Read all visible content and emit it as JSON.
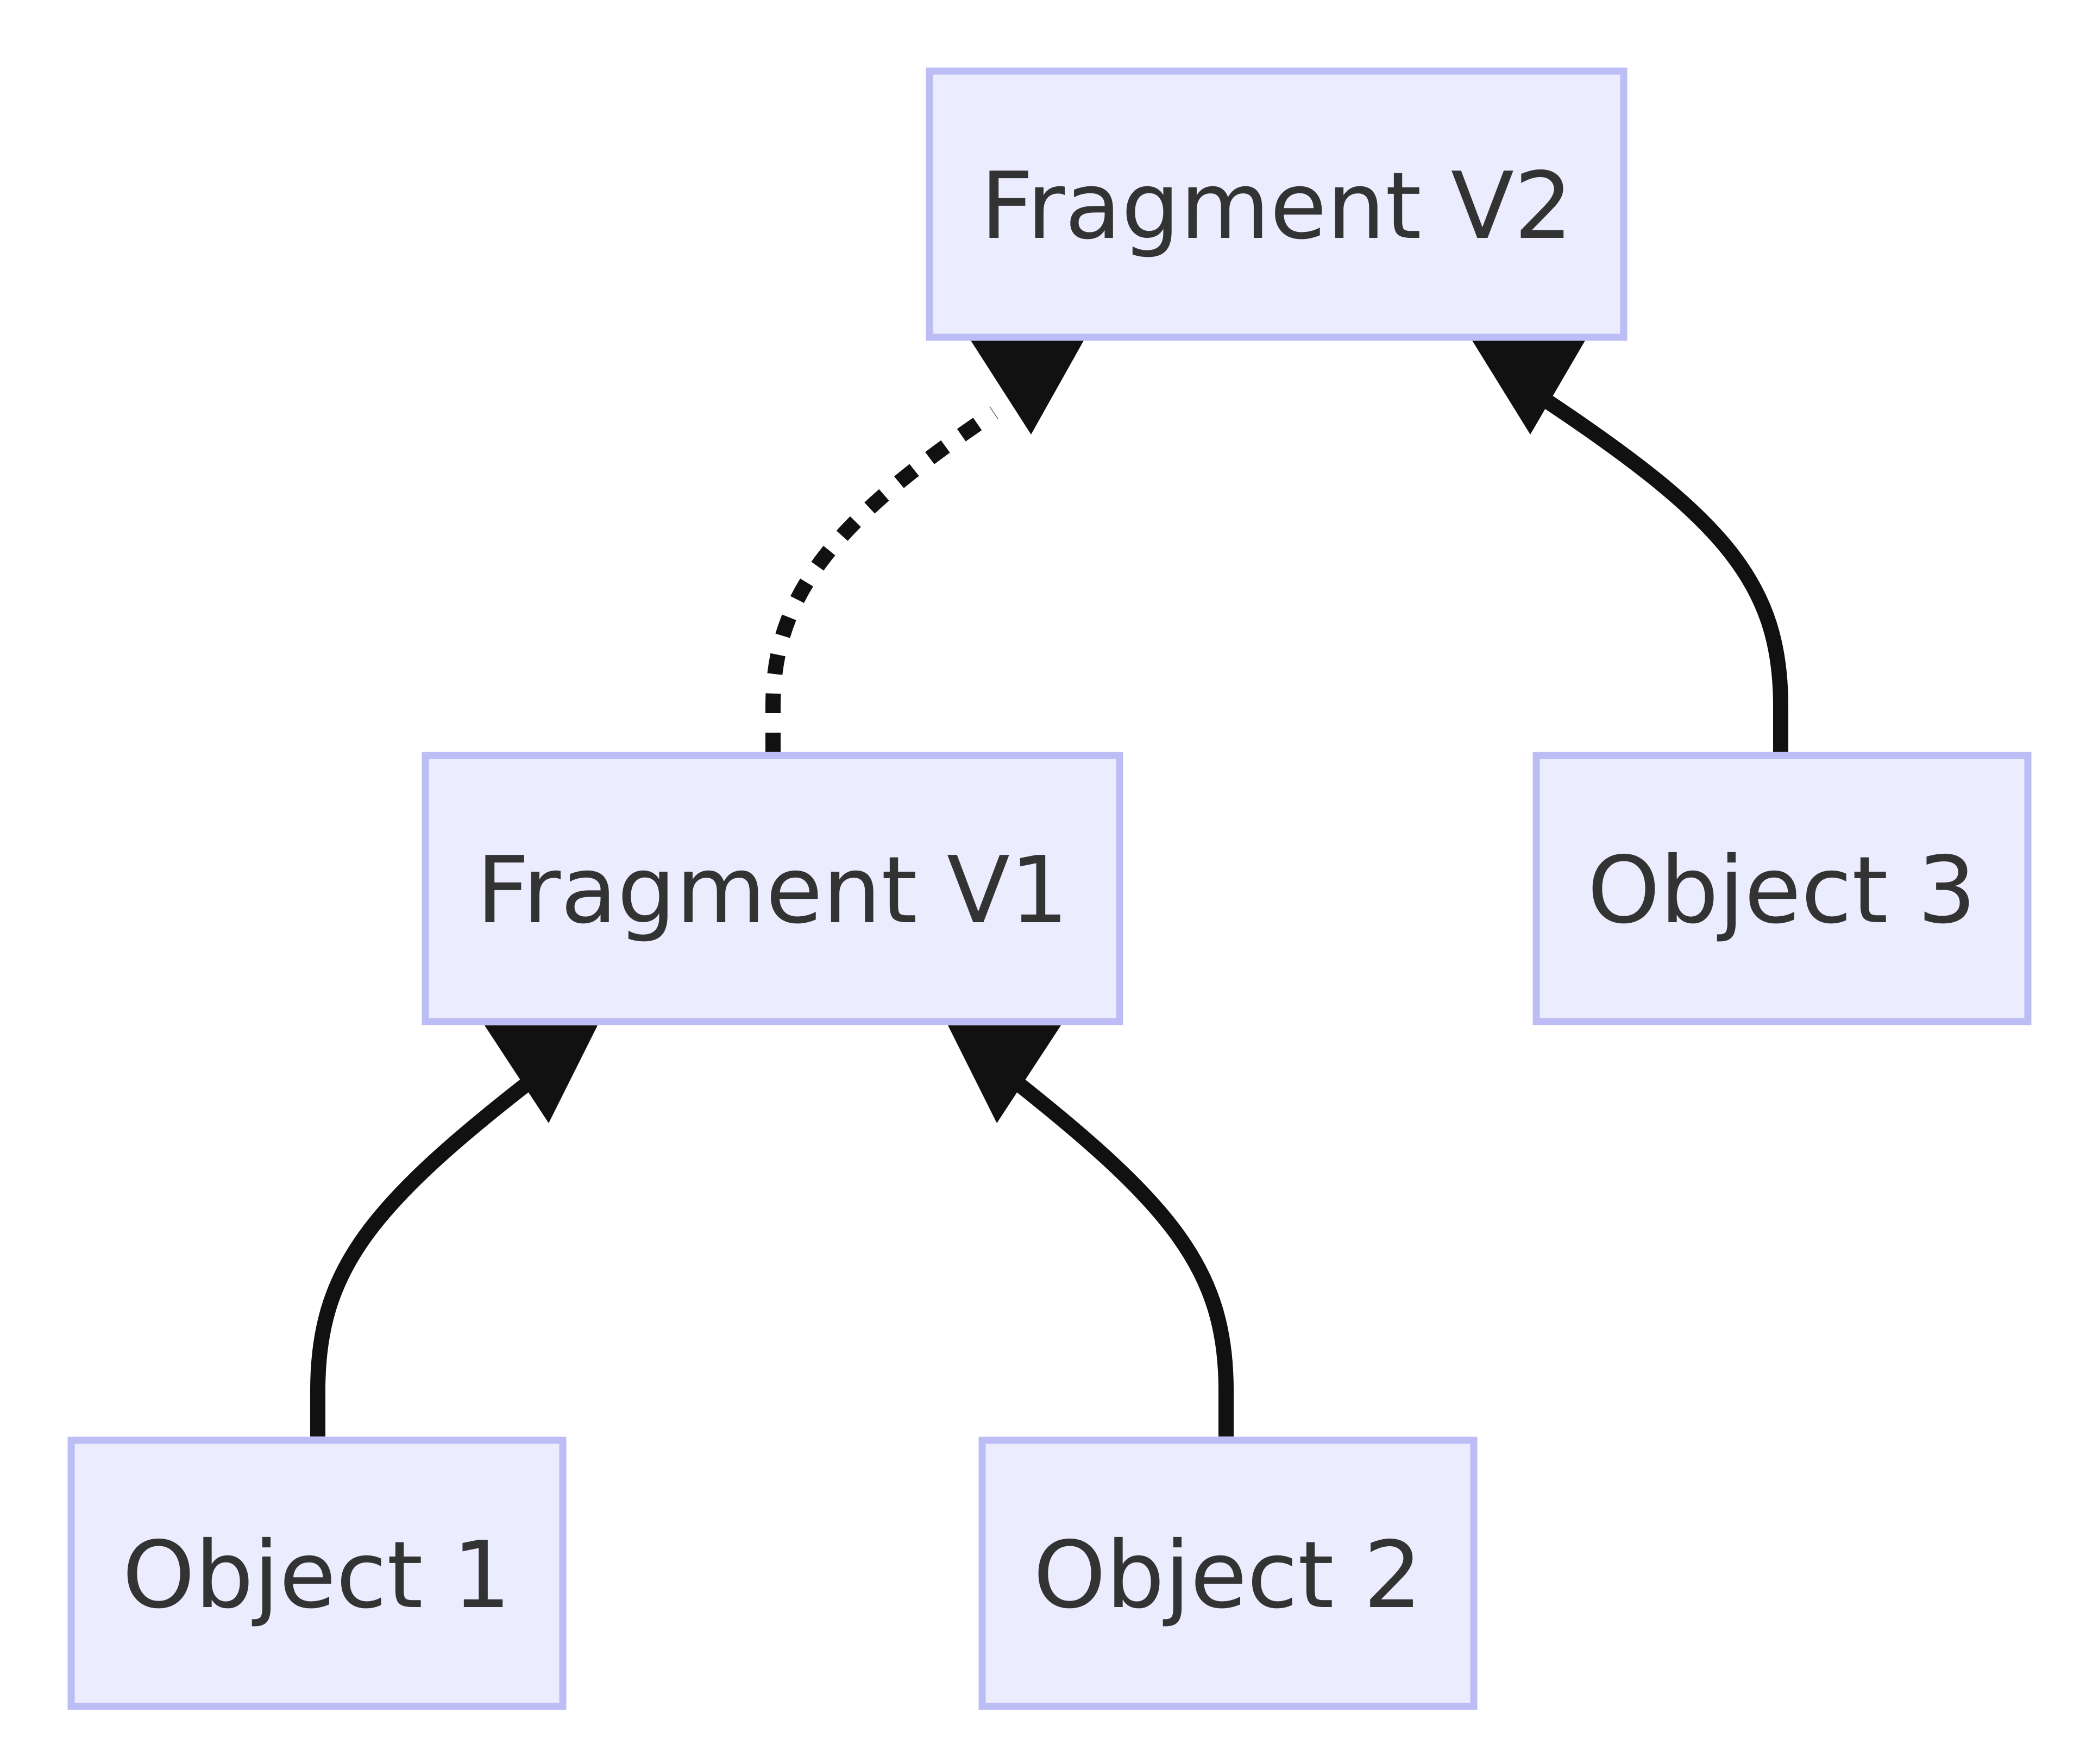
{
  "diagram": {
    "nodes": [
      {
        "id": "fragment-v2",
        "label": "Fragment V2"
      },
      {
        "id": "fragment-v1",
        "label": "Fragment V1"
      },
      {
        "id": "object-3",
        "label": "Object 3"
      },
      {
        "id": "object-1",
        "label": "Object 1"
      },
      {
        "id": "object-2",
        "label": "Object 2"
      }
    ],
    "edges": [
      {
        "from": "fragment-v1",
        "to": "fragment-v2",
        "style": "dotted"
      },
      {
        "from": "object-3",
        "to": "fragment-v2",
        "style": "solid"
      },
      {
        "from": "object-1",
        "to": "fragment-v1",
        "style": "solid"
      },
      {
        "from": "object-2",
        "to": "fragment-v1",
        "style": "solid"
      }
    ],
    "colors": {
      "node_fill": "#ececff",
      "node_stroke": "#bdbdf5",
      "text": "#333333",
      "edge": "#111111"
    }
  }
}
